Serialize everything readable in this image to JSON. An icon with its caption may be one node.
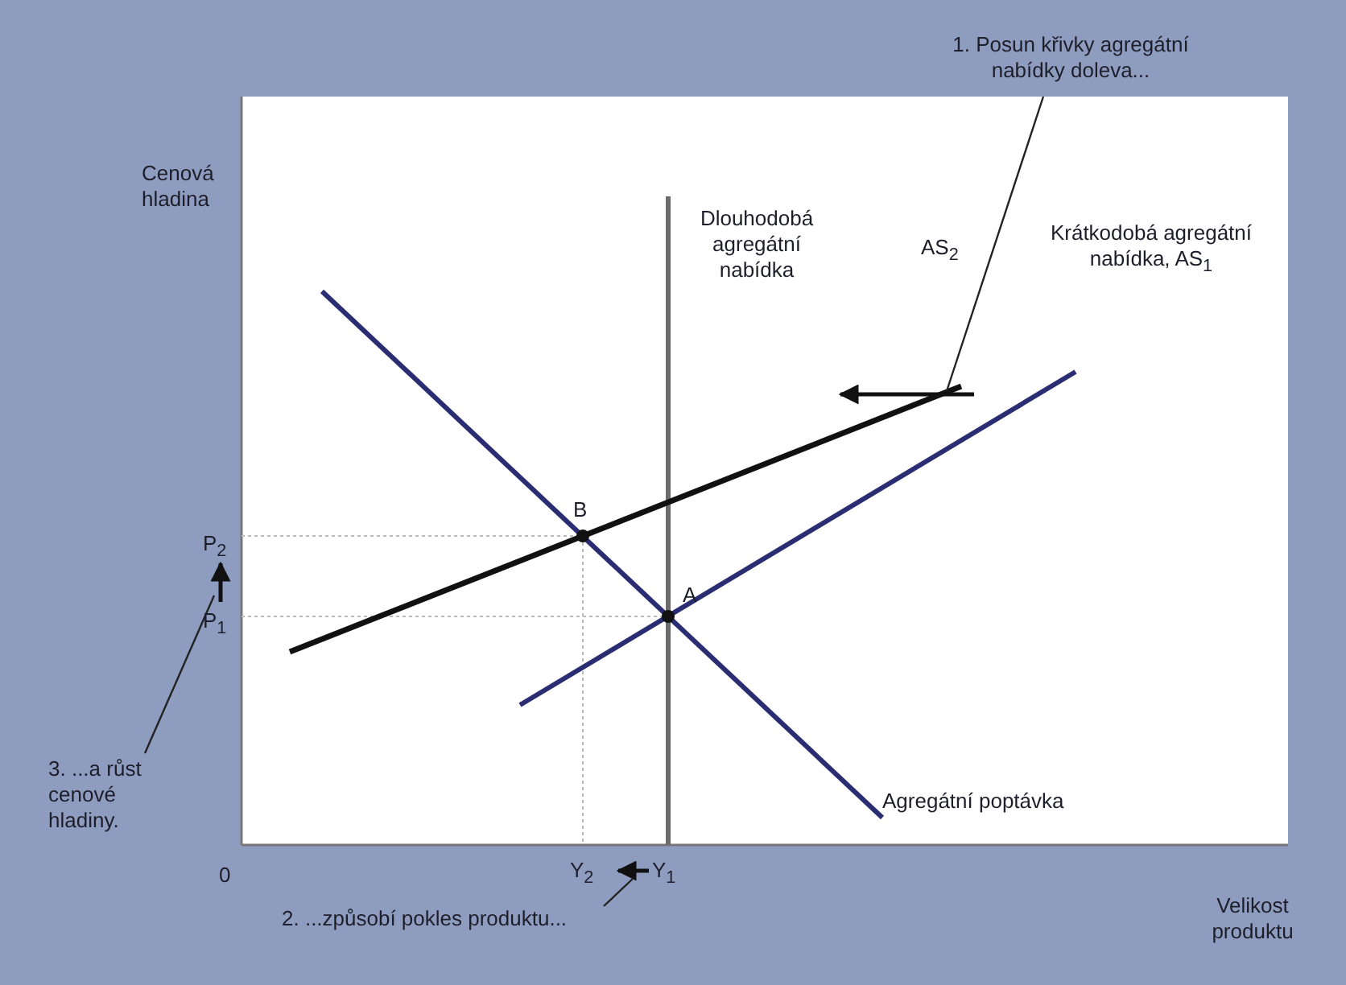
{
  "diagram": {
    "nodes": [
      {
        "text": [
          "1. Posun křivky agregátní nabídky doleva..."
        ]
      },
      {
        "text": [],
        "shape": "arrow"
      },
      {
        "text": [
          "3. ...a růst cenové hladiny."
        ]
      },
      {
        "text": [],
        "shape": "arrow"
      },
      {
        "text": [
          "2. ...způsobí pokles produktu..."
        ]
      },
      {
        "text": [],
        "shape": "arrow"
      }
    ],
    "edges": [
      {
        "from": 0,
        "to": 1,
        "arrow": "none"
      },
      {
        "from": 2,
        "to": 3,
        "arrow": "none"
      },
      {
        "from": 4,
        "to": 5,
        "arrow": "none"
      }
    ],
    "labels": [
      "Cenová hladina",
      "Dlouhodobá agregátní nabídka",
      "AS$_{2}$",
      "Krátkodobá agregátní nabídka, AS$_{1}$",
      "B",
      "P$_{2}$",
      "P$_{1}$",
      "A",
      "Agregátní poptávka",
      "0",
      "Y$_{2}$",
      "Y$_{1}$",
      "Velikost produktu"
    ]
  }
}
